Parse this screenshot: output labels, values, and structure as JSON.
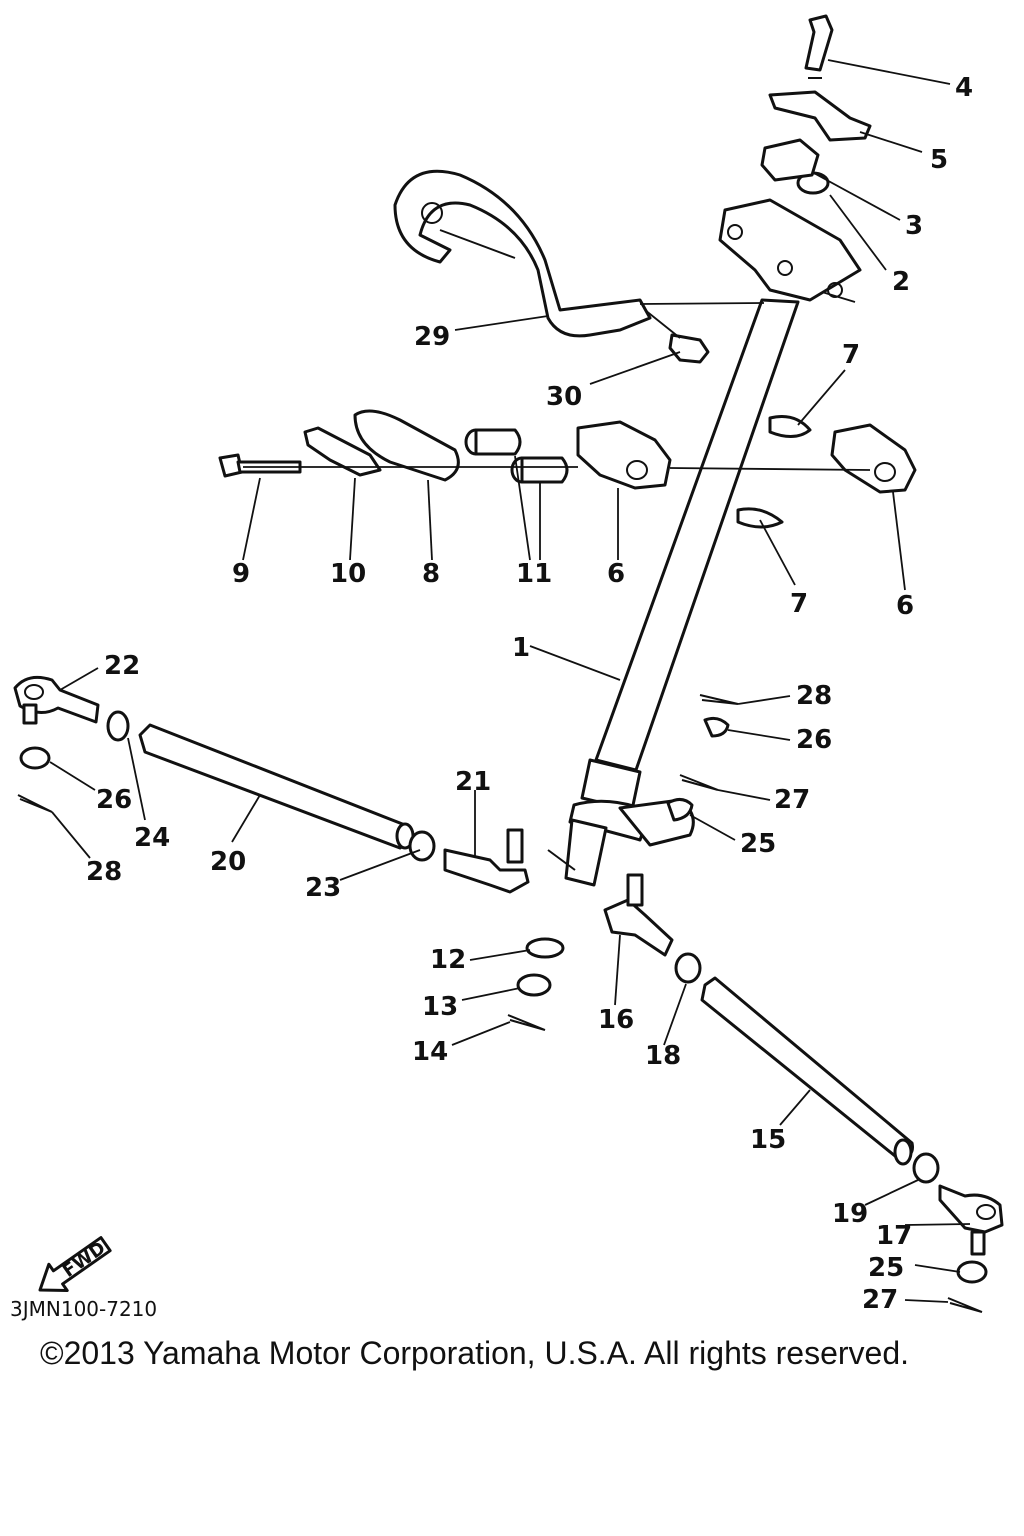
{
  "diagram": {
    "code": "3JMN100-7210",
    "copyright": "©2013 Yamaha Motor Corporation, U.S.A. All rights reserved.",
    "fwd_label": "FWD",
    "callouts": {
      "c1": "1",
      "c2": "2",
      "c3": "3",
      "c4": "4",
      "c5": "5",
      "c6a": "6",
      "c6b": "6",
      "c7a": "7",
      "c7b": "7",
      "c8": "8",
      "c9": "9",
      "c10": "10",
      "c11": "11",
      "c12": "12",
      "c13": "13",
      "c14": "14",
      "c15": "15",
      "c16": "16",
      "c17": "17",
      "c18": "18",
      "c19": "19",
      "c20": "20",
      "c21": "21",
      "c22": "22",
      "c23": "23",
      "c24": "24",
      "c25a": "25",
      "c25b": "25",
      "c26a": "26",
      "c26b": "26",
      "c27a": "27",
      "c27b": "27",
      "c28a": "28",
      "c28b": "28",
      "c29": "29",
      "c30": "30"
    }
  }
}
